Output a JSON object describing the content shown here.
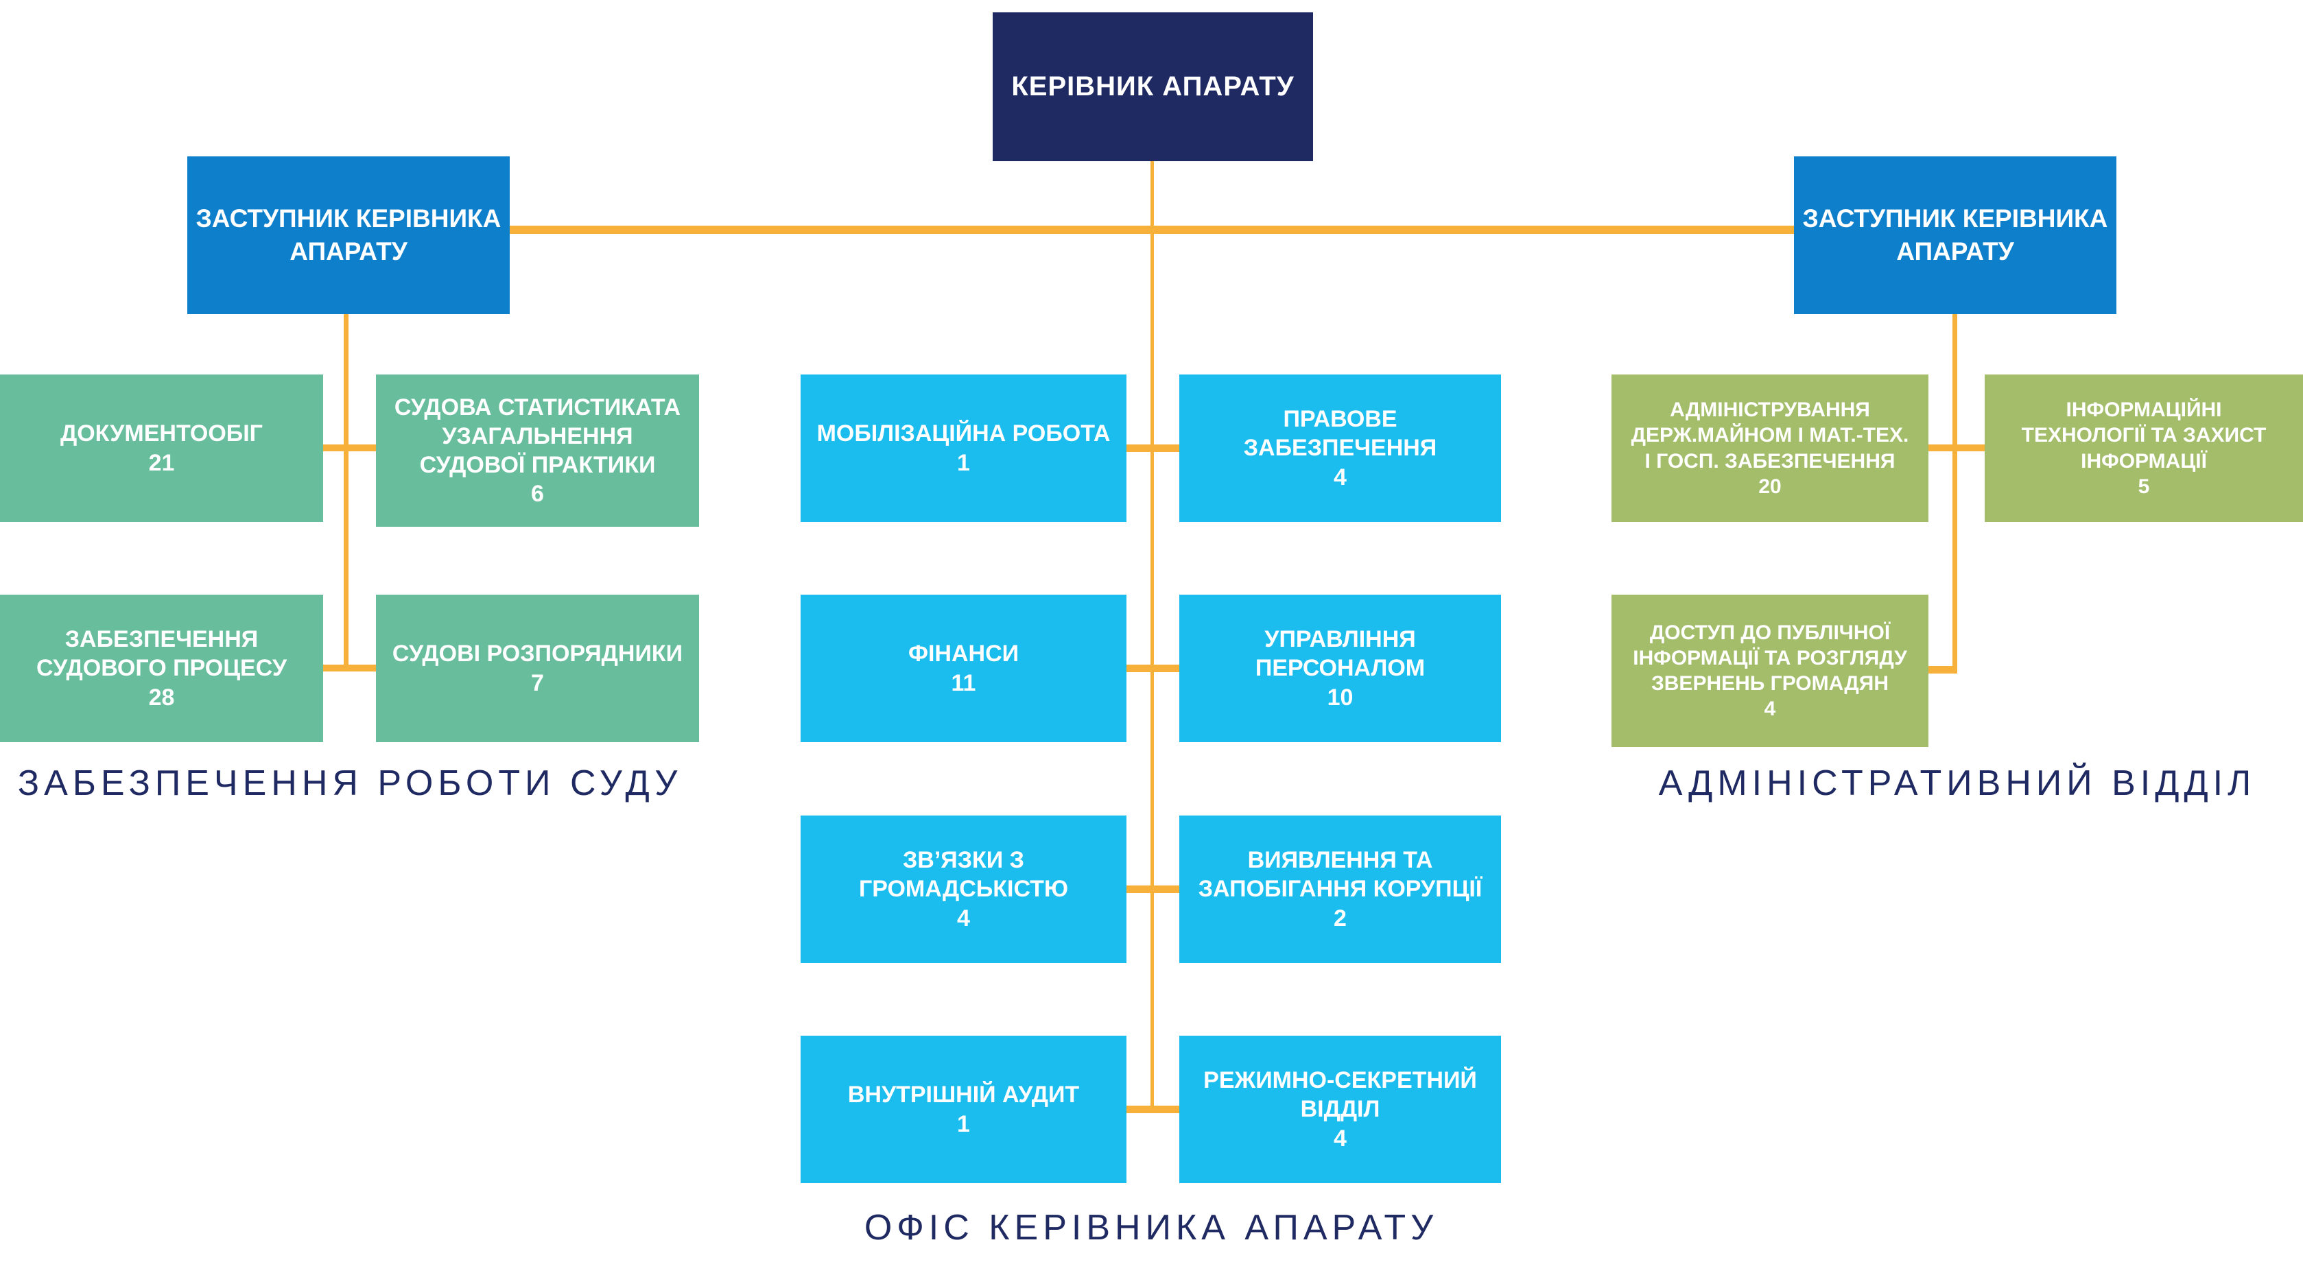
{
  "colors": {
    "navy": "#202A62",
    "blue": "#0E7FCB",
    "cyan": "#1BBDEE",
    "teal": "#68BD9D",
    "olive": "#A3BD6A",
    "line": "#F7B13A"
  },
  "root": {
    "title": "КЕРІВНИК АПАРАТУ"
  },
  "deputy_left": {
    "title": "ЗАСТУПНИК КЕРІВНИКА\nАПАРАТУ"
  },
  "deputy_right": {
    "title": "ЗАСТУПНИК КЕРІВНИКА\nАПАРАТУ"
  },
  "groups": [
    {
      "label": "ЗАБЕЗПЕЧЕННЯ РОБОТИ СУДУ",
      "units": [
        {
          "title": "ДОКУМЕНТООБІГ",
          "count": "21"
        },
        {
          "title": "СУДОВА СТАТИСТИКАТА\nУЗАГАЛЬНЕННЯ\nСУДОВОЇ ПРАКТИКИ",
          "count": "6"
        },
        {
          "title": "ЗАБЕЗПЕЧЕННЯ\nСУДОВОГО ПРОЦЕСУ",
          "count": "28"
        },
        {
          "title": "СУДОВІ РОЗПОРЯДНИКИ",
          "count": "7"
        }
      ]
    },
    {
      "label": "ОФІС КЕРІВНИКА АПАРАТУ",
      "units": [
        {
          "title": "МОБІЛІЗАЦІЙНА РОБОТА",
          "count": "1"
        },
        {
          "title": "ПРАВОВЕ\nЗАБЕЗПЕЧЕННЯ",
          "count": "4"
        },
        {
          "title": "ФІНАНСИ",
          "count": "11"
        },
        {
          "title": "УПРАВЛІННЯ\nПЕРСОНАЛОМ",
          "count": "10"
        },
        {
          "title": "ЗВ’ЯЗКИ З\nГРОМАДСЬКІСТЮ",
          "count": "4"
        },
        {
          "title": "ВИЯВЛЕННЯ ТА\nЗАПОБІГАННЯ КОРУПЦІЇ",
          "count": "2"
        },
        {
          "title": "ВНУТРІШНІЙ АУДИТ",
          "count": "1"
        },
        {
          "title": "РЕЖИМНО-СЕКРЕТНИЙ\nВІДДІЛ",
          "count": "4"
        }
      ]
    },
    {
      "label": "АДМІНІСТРАТИВНИЙ ВІДДІЛ",
      "units": [
        {
          "title": "АДМІНІСТРУВАННЯ\nДЕРЖ.МАЙНОМ І МАТ.-ТЕХ.\nІ ГОСП. ЗАБЕЗПЕЧЕННЯ",
          "count": "20"
        },
        {
          "title": "ІНФОРМАЦІЙНІ\nТЕХНОЛОГІЇ ТА ЗАХИСТ\nІНФОРМАЦІЇ",
          "count": "5"
        },
        {
          "title": "ДОСТУП ДО ПУБЛІЧНОЇ\nІНФОРМАЦІЇ ТА РОЗГЛЯДУ\nЗВЕРНЕНЬ ГРОМАДЯН",
          "count": "4"
        }
      ]
    }
  ]
}
